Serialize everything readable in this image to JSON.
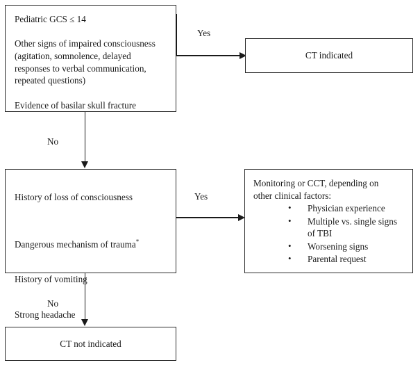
{
  "diagram": {
    "title": "Pediatric head trauma CT decision flowchart",
    "background_color": "#ffffff",
    "line_color": "#1a1a1a",
    "nodes": {
      "criteria_severe": {
        "text": "Pediatric GCS ≤ 14\n\nOther signs of impaired consciousness\n(agitation, somnolence, delayed\nresponses to verbal communication,\nrepeated questions)\n\nEvidence of basilar skull fracture"
      },
      "ct_indicated": {
        "label": "CT indicated"
      },
      "criteria_moderate": {
        "line1": "History of loss of consciousness",
        "line2": "Dangerous mechanism of trauma",
        "line2_superscript": "*",
        "line3": "History of vomiting",
        "line4": "Strong headache"
      },
      "monitoring": {
        "heading": "Monitoring or CCT, depending on\nother clinical factors:",
        "bullets": [
          "Physician experience",
          "Multiple vs. single signs of TBI",
          "Worsening signs",
          "Parental request"
        ]
      },
      "ct_not_indicated": {
        "label": "CT not indicated"
      }
    },
    "edges": {
      "severe_yes": "Yes",
      "severe_no": "No",
      "moderate_yes": "Yes",
      "moderate_no": "No"
    }
  }
}
